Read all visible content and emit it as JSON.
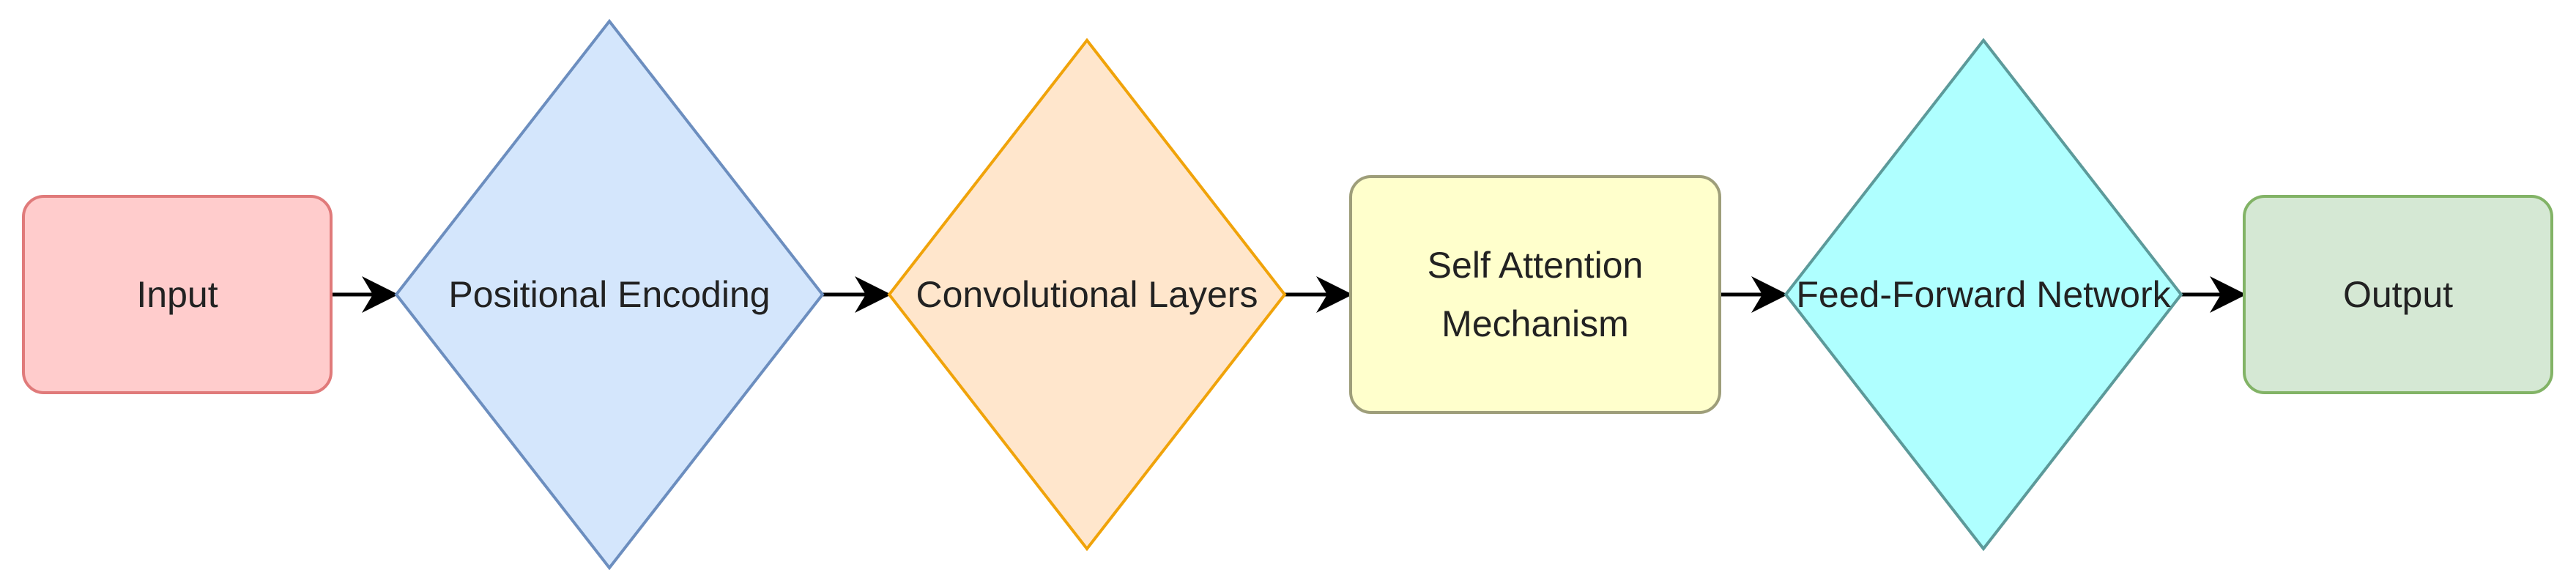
{
  "diagram": {
    "nodes": [
      {
        "id": "input",
        "shape": "rounded-rect",
        "label_lines": [
          "Input"
        ],
        "fill": "#FFCCCC",
        "stroke": "#E07A7A"
      },
      {
        "id": "positional-encoding",
        "shape": "diamond",
        "label_lines": [
          "Positional Encoding"
        ],
        "fill": "#D4E6FC",
        "stroke": "#6C8EBF"
      },
      {
        "id": "convolutional-layers",
        "shape": "diamond",
        "label_lines": [
          "Convolutional Layers"
        ],
        "fill": "#FFE6CC",
        "stroke": "#F0A30A"
      },
      {
        "id": "self-attention-mechanism",
        "shape": "rounded-rect",
        "label_lines": [
          "Self Attention",
          "Mechanism"
        ],
        "fill": "#FFFFCC",
        "stroke": "#9E9E7A"
      },
      {
        "id": "feed-forward-network",
        "shape": "diamond",
        "label_lines": [
          "Feed-Forward Network"
        ],
        "fill": "#AFFFFF",
        "stroke": "#5C9A9A"
      },
      {
        "id": "output",
        "shape": "rounded-rect",
        "label_lines": [
          "Output"
        ],
        "fill": "#D5E8D4",
        "stroke": "#82B366"
      }
    ],
    "edges": [
      {
        "from": "input",
        "to": "positional-encoding"
      },
      {
        "from": "positional-encoding",
        "to": "convolutional-layers"
      },
      {
        "from": "convolutional-layers",
        "to": "self-attention-mechanism"
      },
      {
        "from": "self-attention-mechanism",
        "to": "feed-forward-network"
      },
      {
        "from": "feed-forward-network",
        "to": "output"
      }
    ],
    "edge_color": "#000000"
  }
}
